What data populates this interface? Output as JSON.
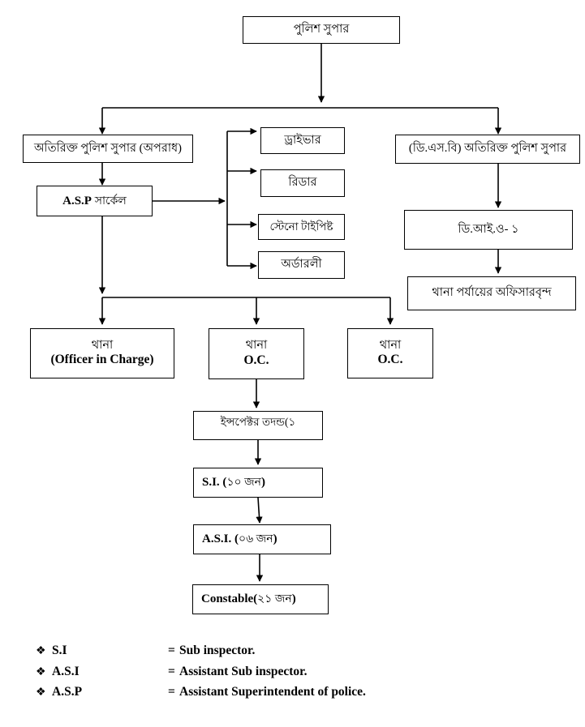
{
  "diagram": {
    "title": "Police Organizational Hierarchy Chart",
    "type": "organizational-flowchart",
    "background_color": "#ffffff",
    "line_color": "#000000"
  },
  "nodes": {
    "sp": {
      "line1": "পুলিশ সুপার"
    },
    "addl_sp_crime": {
      "line1": "অতিরিক্ত পুলিশ সুপার (অপরাধ)"
    },
    "addl_sp_dsb": {
      "line1": "(ডি.এস.বি) অতিরিক্ত পুলিশ সুপার"
    },
    "asp_circle": {
      "latin": "A.S.P",
      "bengali": "সার্কেল"
    },
    "driver": {
      "line1": "ড্রাইভার"
    },
    "reader": {
      "line1": "রিডার"
    },
    "steno_typist": {
      "line1": "স্টেনো টাইপিষ্ট"
    },
    "orderly": {
      "line1": "অর্ডারলী"
    },
    "dio1": {
      "line1": "ডি.আই.ও- ১"
    },
    "thana_officers": {
      "line1": "থানা পর্যায়ের অফিসারবৃন্দ"
    },
    "thana_oic": {
      "line1": "থানা",
      "line2": "(Officer in Charge)"
    },
    "thana_oc_2": {
      "line1": "থানা",
      "line2": "O.C."
    },
    "thana_oc_3": {
      "line1": "থানা",
      "line2": "O.C."
    },
    "inspector": {
      "line1": "ইন্সপেক্টর তদন্ড(১"
    },
    "si": {
      "latin": "S.I. (",
      "bengali": "১০ জন",
      "latin2": ")"
    },
    "asi": {
      "latin": "A.S.I. (",
      "bengali": "০৬ জন",
      "latin2": ")"
    },
    "constable": {
      "latin": "Constable(",
      "bengali": "২১ জন",
      "latin2": ")"
    }
  },
  "legend": {
    "bullet": "❖",
    "equals": "=",
    "rows": [
      {
        "abbr": "S.I",
        "definition": "Sub inspector."
      },
      {
        "abbr": "A.S.I",
        "definition": "Assistant Sub inspector."
      },
      {
        "abbr": "A.S.P",
        "definition": "Assistant Superintendent of police."
      }
    ]
  }
}
